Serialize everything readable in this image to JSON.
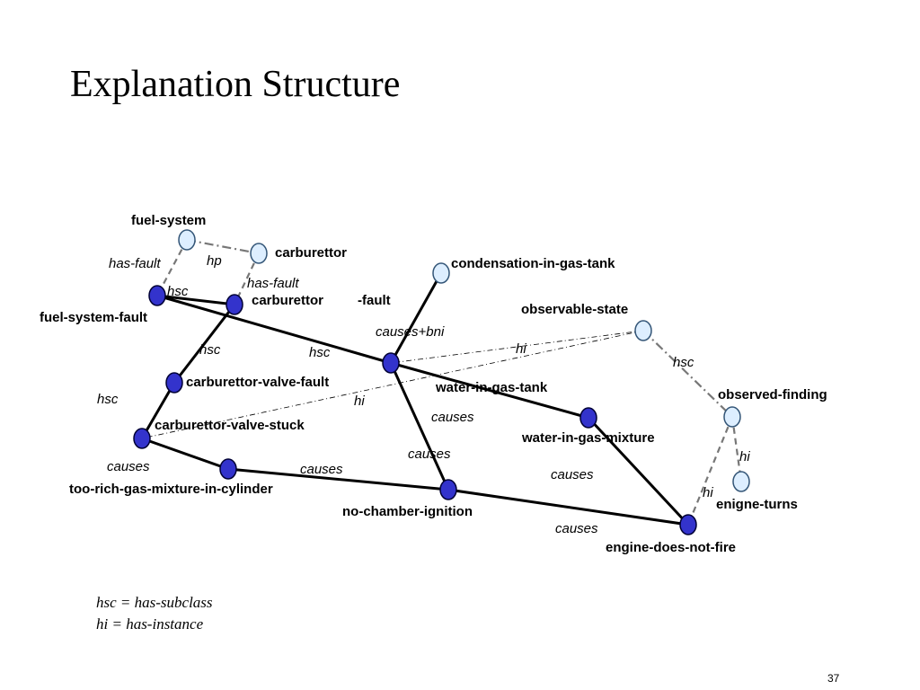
{
  "title": "Explanation Structure",
  "page_number": "37",
  "legend": [
    "hsc = has-subclass",
    "hi = has-instance"
  ],
  "colors": {
    "instance_node": "#3333cc",
    "class_node": "#ddeeff",
    "solid_edge": "#000000",
    "dashed_edge": "#777777"
  },
  "nodes": [
    {
      "id": "fuel-system",
      "label": "fuel-system",
      "kind": "class"
    },
    {
      "id": "carburettor-class",
      "label": "carburettor",
      "kind": "class"
    },
    {
      "id": "condensation-in-gas-tank",
      "label": "condensation-in-gas-tank",
      "kind": "class"
    },
    {
      "id": "fuel-system-fault",
      "label": "fuel-system-fault",
      "kind": "instance"
    },
    {
      "id": "carburettor-fault",
      "label": "carburettor",
      "kind": "instance"
    },
    {
      "id": "observable-state",
      "label": "observable-state",
      "kind": "class"
    },
    {
      "id": "water-in-gas-tank",
      "label": "water-in-gas-tank",
      "kind": "instance"
    },
    {
      "id": "carburettor-valve-fault",
      "label": "carburettor-valve-fault",
      "kind": "instance"
    },
    {
      "id": "observed-finding",
      "label": "observed-finding",
      "kind": "class"
    },
    {
      "id": "water-in-gas-mixture",
      "label": "water-in-gas-mixture",
      "kind": "instance"
    },
    {
      "id": "carburettor-valve-stuck",
      "label": "carburettor-valve-stuck",
      "kind": "instance"
    },
    {
      "id": "enigne-turns",
      "label": "enigne-turns",
      "kind": "class"
    },
    {
      "id": "too-rich-gas-mixture-in-cylinder",
      "label": "too-rich-gas-mixture-in-cylinder",
      "kind": "instance"
    },
    {
      "id": "no-chamber-ignition",
      "label": "no-chamber-ignition",
      "kind": "instance"
    },
    {
      "id": "engine-does-not-fire",
      "label": "engine-does-not-fire",
      "kind": "instance"
    }
  ],
  "extra_text": [
    "-fault"
  ],
  "edges": [
    {
      "from": "fuel-system",
      "to": "carburettor-class",
      "label": "hp",
      "style": "dash-dot"
    },
    {
      "from": "fuel-system",
      "to": "fuel-system-fault",
      "label": "has-fault",
      "style": "dashed"
    },
    {
      "from": "carburettor-class",
      "to": "carburettor-fault",
      "label": "has-fault",
      "style": "dashed"
    },
    {
      "from": "fuel-system-fault",
      "to": "carburettor-fault",
      "label": "hsc",
      "style": "solid"
    },
    {
      "from": "fuel-system-fault",
      "to": "water-in-gas-tank",
      "label": "hsc",
      "style": "solid"
    },
    {
      "from": "carburettor-fault",
      "to": "carburettor-valve-fault",
      "label": "hsc",
      "style": "solid"
    },
    {
      "from": "carburettor-valve-fault",
      "to": "carburettor-valve-stuck",
      "label": "hsc",
      "style": "solid"
    },
    {
      "from": "condensation-in-gas-tank",
      "to": "water-in-gas-tank",
      "label": "causes+bni",
      "style": "solid"
    },
    {
      "from": "observable-state",
      "to": "water-in-gas-tank",
      "label": "hi",
      "style": "thin-dash-dot"
    },
    {
      "from": "observable-state",
      "to": "carburettor-valve-stuck",
      "label": "hi",
      "style": "thin-dash-dot"
    },
    {
      "from": "observable-state",
      "to": "observed-finding",
      "label": "hsc",
      "style": "dash-dot"
    },
    {
      "from": "water-in-gas-tank",
      "to": "water-in-gas-mixture",
      "label": "causes",
      "style": "solid"
    },
    {
      "from": "water-in-gas-tank",
      "to": "no-chamber-ignition",
      "label": "causes",
      "style": "solid"
    },
    {
      "from": "carburettor-valve-stuck",
      "to": "too-rich-gas-mixture-in-cylinder",
      "label": "causes",
      "style": "solid"
    },
    {
      "from": "too-rich-gas-mixture-in-cylinder",
      "to": "no-chamber-ignition",
      "label": "causes",
      "style": "solid"
    },
    {
      "from": "water-in-gas-mixture",
      "to": "engine-does-not-fire",
      "label": "causes",
      "style": "solid"
    },
    {
      "from": "no-chamber-ignition",
      "to": "engine-does-not-fire",
      "label": "causes",
      "style": "solid"
    },
    {
      "from": "observed-finding",
      "to": "enigne-turns",
      "label": "hi",
      "style": "dashed"
    },
    {
      "from": "observed-finding",
      "to": "engine-does-not-fire",
      "label": "hi",
      "style": "dashed"
    }
  ]
}
